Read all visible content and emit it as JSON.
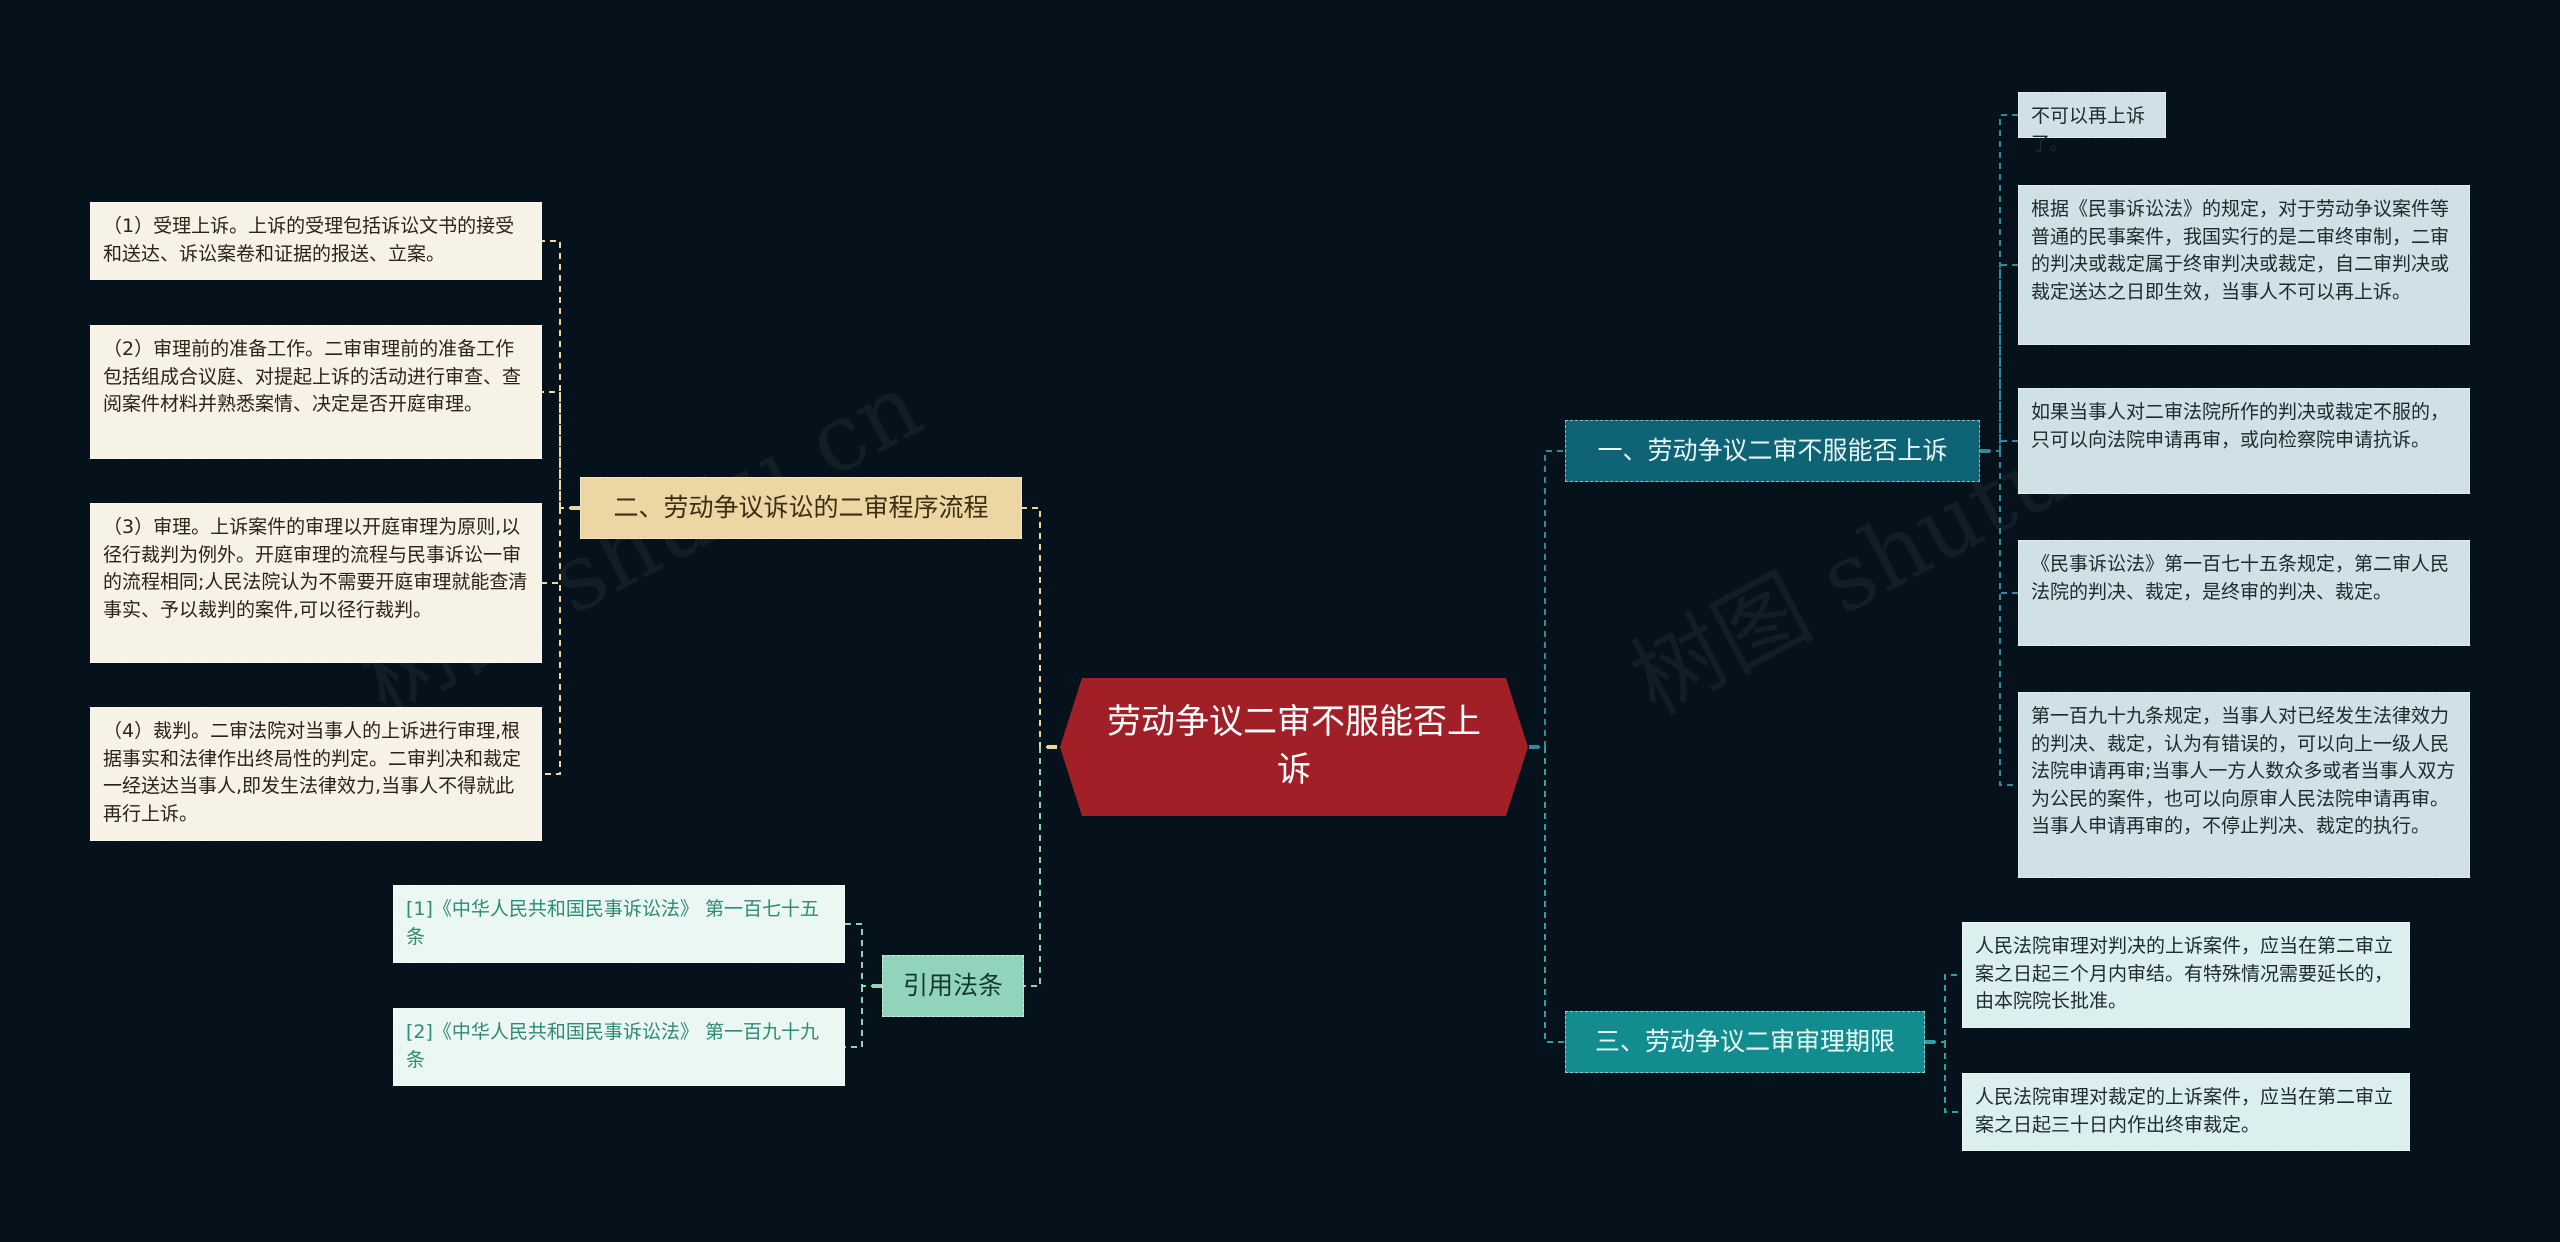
{
  "center": {
    "title": "劳动争议二审不服能否上诉"
  },
  "branches": {
    "b1": {
      "label": "一、劳动争议二审不服能否上诉",
      "leaves": [
        "不可以再上诉了。",
        "根据《民事诉讼法》的规定，对于劳动争议案件等普通的民事案件，我国实行的是二审终审制，二审的判决或裁定属于终审判决或裁定，自二审判决或裁定送达之日即生效，当事人不可以再上诉。",
        "如果当事人对二审法院所作的判决或裁定不服的，只可以向法院申请再审，或向检察院申请抗诉。",
        "《民事诉讼法》第一百七十五条规定，第二审人民法院的判决、裁定，是终审的判决、裁定。",
        "第一百九十九条规定，当事人对已经发生法律效力的判决、裁定，认为有错误的，可以向上一级人民法院申请再审;当事人一方人数众多或者当事人双方为公民的案件，也可以向原审人民法院申请再审。当事人申请再审的，不停止判决、裁定的执行。"
      ]
    },
    "b3": {
      "label": "三、劳动争议二审审理期限",
      "leaves": [
        "人民法院审理对判决的上诉案件，应当在第二审立案之日起三个月内审结。有特殊情况需要延长的，由本院院长批准。",
        "人民法院审理对裁定的上诉案件，应当在第二审立案之日起三十日内作出终审裁定。"
      ]
    },
    "b2": {
      "label": "二、劳动争议诉讼的二审程序流程",
      "leaves": [
        "（1）受理上诉。上诉的受理包括诉讼文书的接受和送达、诉讼案卷和证据的报送、立案。",
        "（2）审理前的准备工作。二审审理前的准备工作包括组成合议庭、对提起上诉的活动进行审查、查阅案件材料并熟悉案情、决定是否开庭审理。",
        "（3）审理。上诉案件的审理以开庭审理为原则,以径行裁判为例外。开庭审理的流程与民事诉讼一审的流程相同;人民法院认为不需要开庭审理就能查清事实、予以裁判的案件,可以径行裁判。",
        "（4）裁判。二审法院对当事人的上诉进行审理,根据事实和法律作出终局性的判定。二审判决和裁定一经送达当事人,即发生法律效力,当事人不得就此再行上诉。"
      ]
    },
    "b4": {
      "label": "引用法条",
      "leaves": [
        "[1]《中华人民共和国民事诉讼法》 第一百七十五条",
        "[2]《中华人民共和国民事诉讼法》 第一百九十九条"
      ]
    }
  },
  "watermarks": [
    "树图 shutu.cn",
    "树图 shutu.cn"
  ],
  "colors": {
    "background": "#06121b",
    "center": "#a12028",
    "branch_dark": "#0e6474",
    "branch_teal": "#138c8f",
    "branch_beige": "#ecd6a3",
    "branch_mint": "#92d3bb",
    "link_dark": "#2f8a99",
    "link_teal": "#26a6a3",
    "link_beige": "#ecd6a3",
    "link_mint": "#92d3bb"
  }
}
